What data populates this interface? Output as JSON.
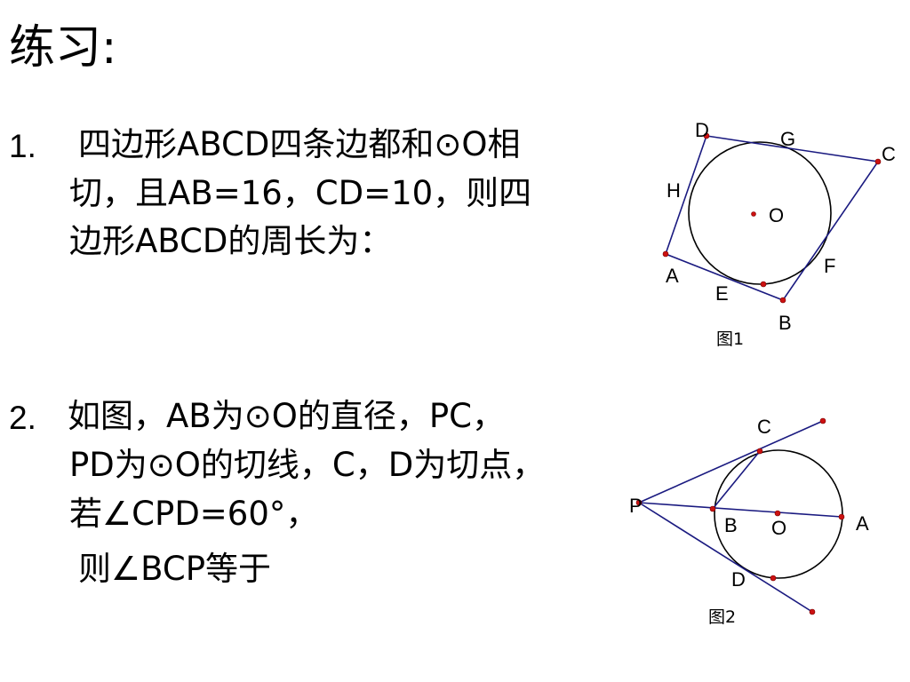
{
  "title": "练习:",
  "problems": [
    {
      "number": "1.",
      "lines": [
        "四边形ABCD四条边都和⊙O相",
        "切，且AB=16，CD=10，则四",
        "边形ABCD的周长为："
      ]
    },
    {
      "number": "2.",
      "lines": [
        "如图，AB为⊙O的直径，PC，",
        "PD为⊙O的切线，C，D为切点，",
        "若∠CPD=60°，",
        "则∠BCP等于"
      ]
    }
  ],
  "figure1": {
    "caption": "图1",
    "labels": {
      "A": "A",
      "B": "B",
      "C": "C",
      "D": "D",
      "E": "E",
      "F": "F",
      "G": "G",
      "H": "H",
      "O": "O"
    }
  },
  "figure2": {
    "caption": "图2",
    "labels": {
      "P": "P",
      "A": "A",
      "B": "B",
      "C": "C",
      "D": "D",
      "O": "O"
    }
  },
  "colors": {
    "lines": "#1a1a80",
    "points": "#cc1111",
    "circle": "#000000"
  }
}
